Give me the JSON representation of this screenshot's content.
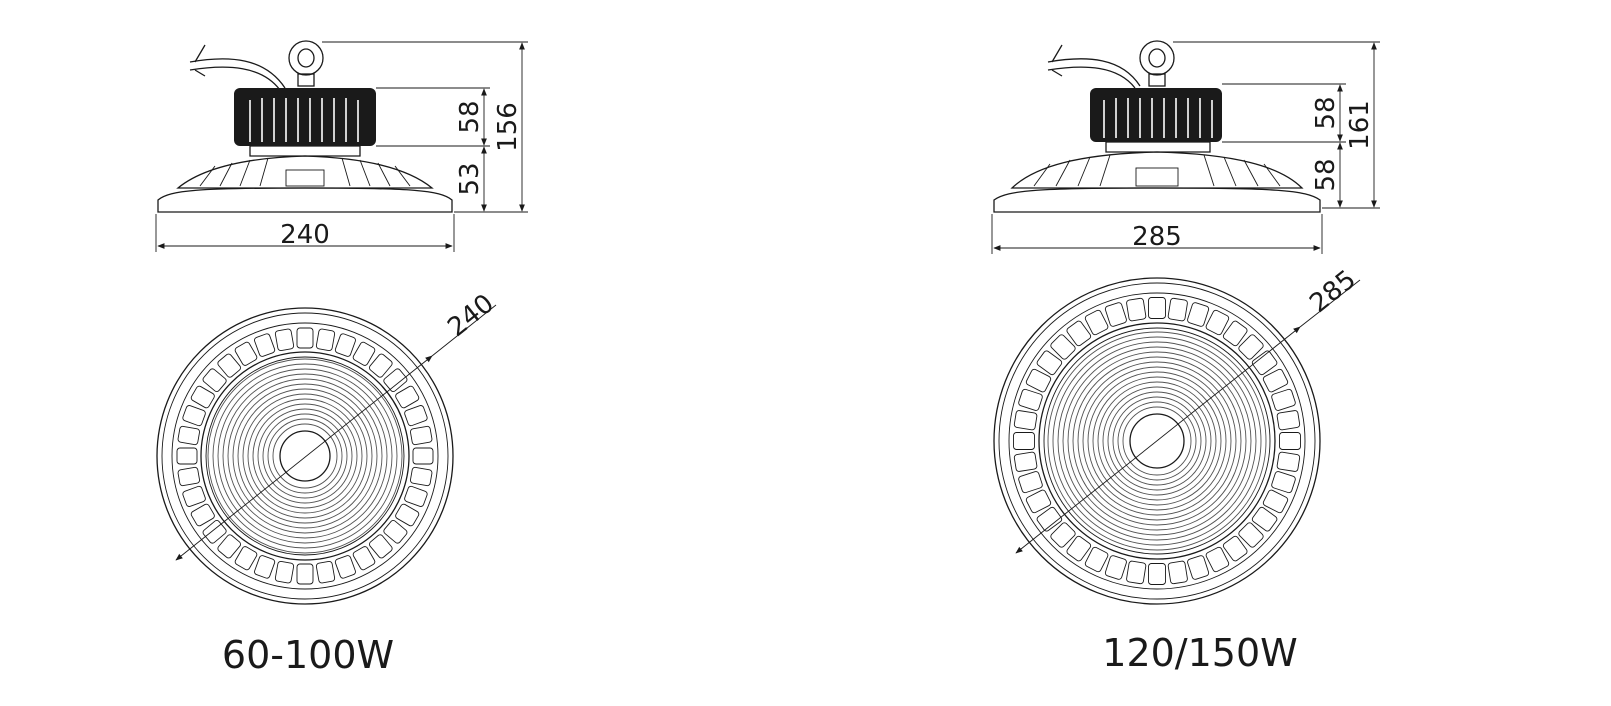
{
  "models": [
    {
      "id": "small",
      "caption": "60-100W",
      "dims": {
        "width": "240",
        "height_total": "156",
        "height_top": "58",
        "height_bottom": "53",
        "diameter": "240"
      }
    },
    {
      "id": "large",
      "caption": "120/150W",
      "dims": {
        "width": "285",
        "height_total": "161",
        "height_top": "58",
        "height_bottom": "58",
        "diameter": "285"
      }
    }
  ]
}
